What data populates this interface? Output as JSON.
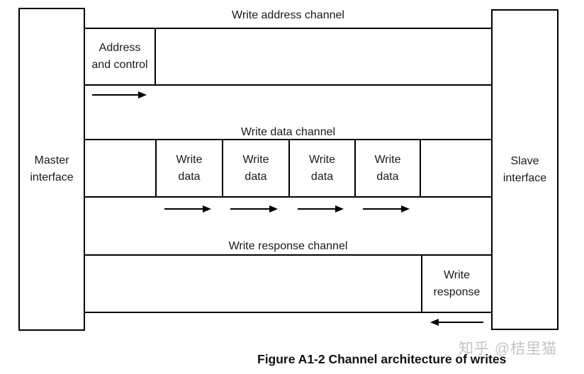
{
  "diagram": {
    "master": {
      "line1": "Master",
      "line2": "interface"
    },
    "slave": {
      "line1": "Slave",
      "line2": "interface"
    },
    "address_channel": {
      "label": "Write address channel",
      "box": {
        "line1": "Address",
        "line2": "and control"
      },
      "arrow_direction": "right"
    },
    "data_channel": {
      "label": "Write data channel",
      "boxes": [
        {
          "line1": "Write",
          "line2": "data"
        },
        {
          "line1": "Write",
          "line2": "data"
        },
        {
          "line1": "Write",
          "line2": "data"
        },
        {
          "line1": "Write",
          "line2": "data"
        }
      ],
      "arrow_direction": "right"
    },
    "response_channel": {
      "label": "Write response channel",
      "box": {
        "line1": "Write",
        "line2": "response"
      },
      "arrow_direction": "left"
    }
  },
  "caption": "Figure A1-2 Channel architecture of writes",
  "watermark": "知乎 @桔里猫",
  "colors": {
    "line": "#000000",
    "background": "#ffffff",
    "watermark": "#c4c4c4"
  }
}
